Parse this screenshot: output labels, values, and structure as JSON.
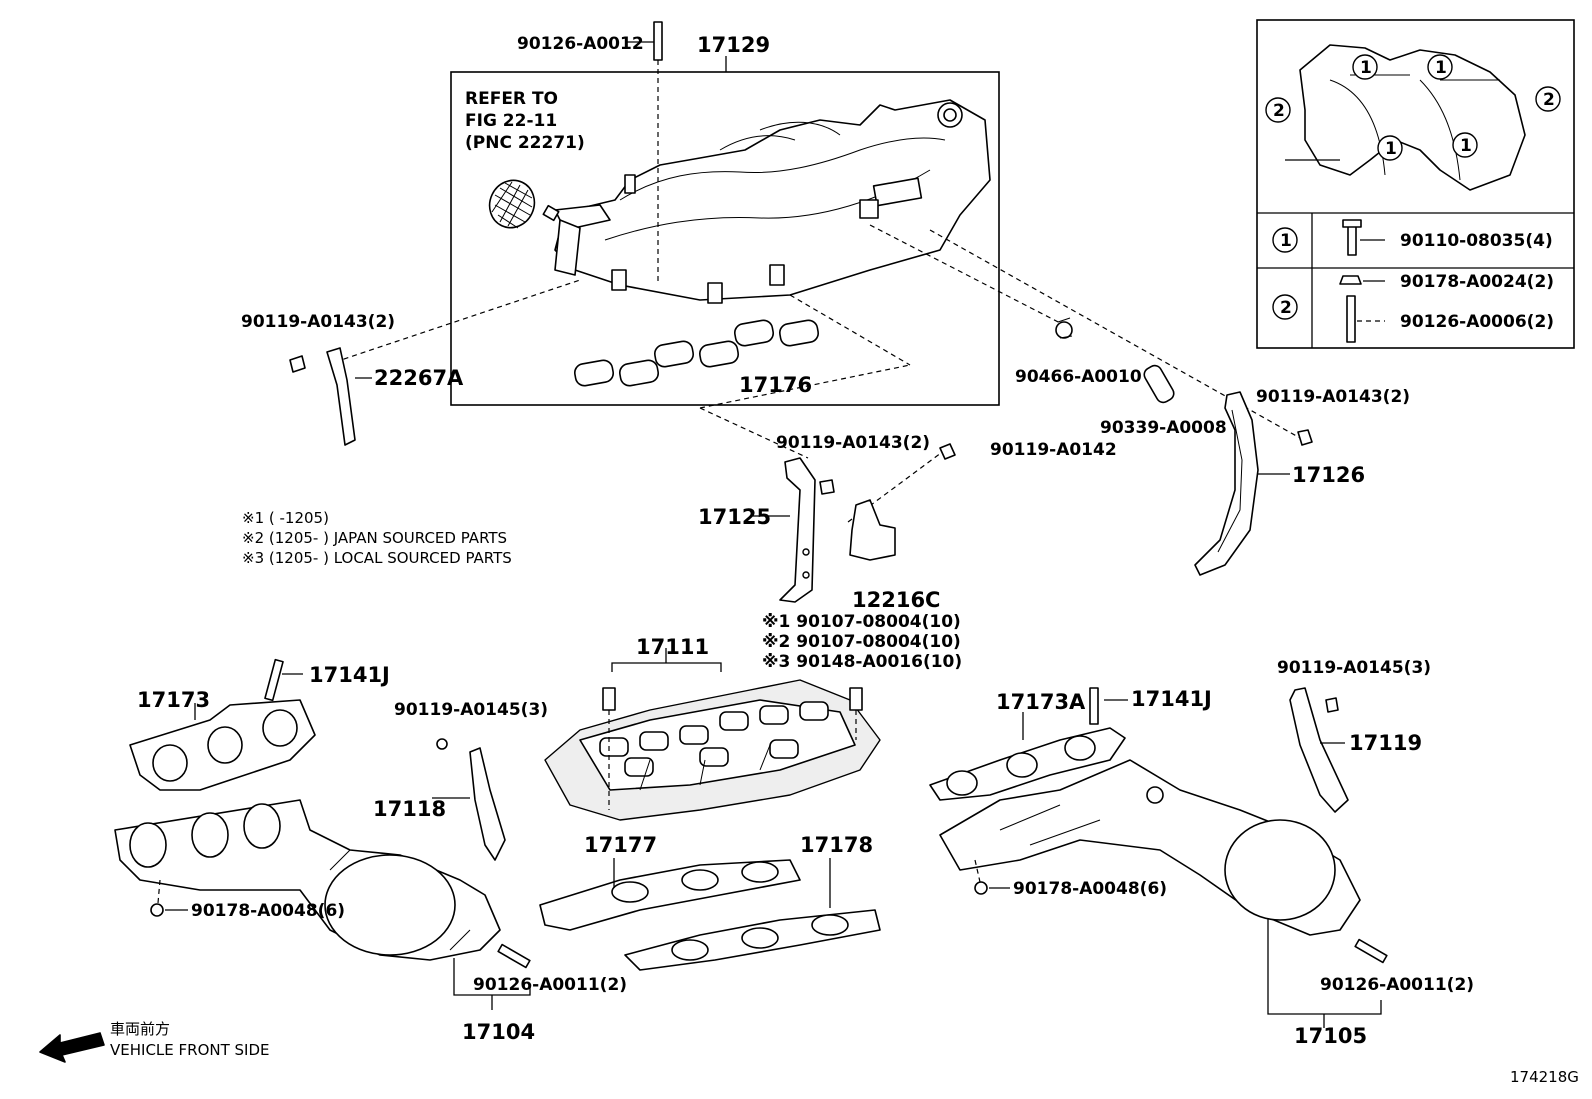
{
  "callouts": {
    "p17129": "17129",
    "p90126_A0012": "90126-A0012",
    "refer": [
      "REFER TO",
      "FIG 22-11",
      "(PNC 22271)"
    ],
    "p90119_A0143_2_left": "90119-A0143(2)",
    "p22267A": "22267A",
    "p17176": "17176",
    "p90466_A0010": "90466-A0010",
    "p90339_A0008": "90339-A0008",
    "p90119_A0143_2_right": "90119-A0143(2)",
    "p17126": "17126",
    "p90119_A0143_2_mid": "90119-A0143(2)",
    "p90119_A0142": "90119-A0142",
    "p17125": "17125",
    "p12216C": "12216C",
    "bolts_1": "※1 90107-08004(10)",
    "bolts_2": "※2 90107-08004(10)",
    "bolts_3": "※3 90148-A0016(10)",
    "p17111": "17111",
    "p17141J_left": "17141J",
    "p17173": "17173",
    "p90119_A0145_3_left": "90119-A0145(3)",
    "p17118": "17118",
    "p90178_A0048_6_left": "90178-A0048(6)",
    "p17177": "17177",
    "p17178": "17178",
    "p90126_A0011_2_left": "90126-A0011(2)",
    "p17104": "17104",
    "p17173A": "17173A",
    "p17141J_right": "17141J",
    "p90119_A0145_3_right": "90119-A0145(3)",
    "p17119": "17119",
    "p90178_A0048_6_right": "90178-A0048(6)",
    "p90126_A0011_2_right": "90126-A0011(2)",
    "p17105": "17105"
  },
  "notes": [
    "※1 (        -1205)",
    "※2 (1205-         ) JAPAN SOURCED PARTS",
    "※3 (1205-         ) LOCAL SOURCED PARTS"
  ],
  "inset": {
    "marker_1": "1",
    "marker_2": "2",
    "row1_part": "90110-08035(4)",
    "row2_part_a": "90178-A0024(2)",
    "row2_part_b": "90126-A0006(2)"
  },
  "front": {
    "jp": "車両前方",
    "en": "VEHICLE FRONT SIDE"
  },
  "figure_id": "174218G"
}
